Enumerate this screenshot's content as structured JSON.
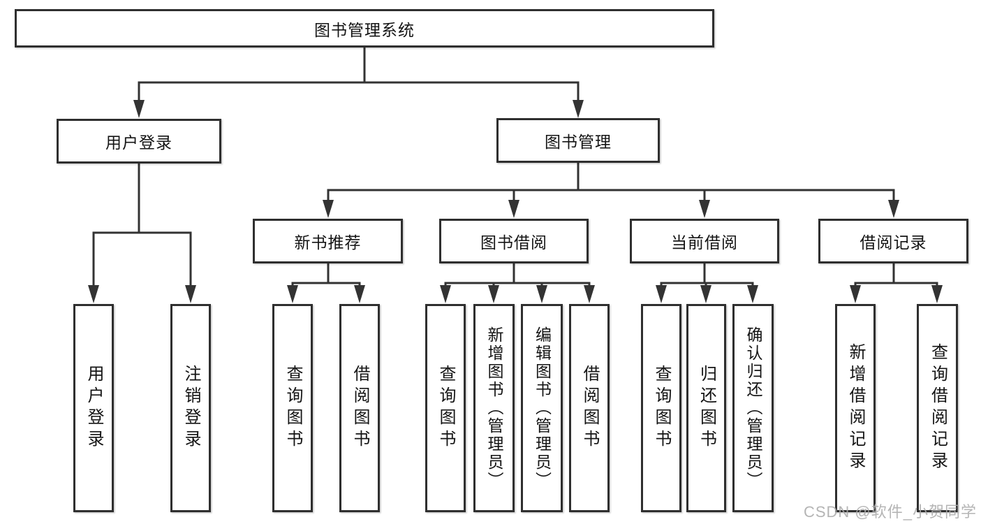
{
  "diagram": {
    "root": {
      "label": "图书管理系统"
    },
    "branches": [
      {
        "label": "用户登录",
        "leaves": [
          "用户登录",
          "注销登录"
        ]
      },
      {
        "label": "图书管理",
        "sections": [
          {
            "label": "新书推荐",
            "leaves": [
              "查询图书",
              "借阅图书"
            ]
          },
          {
            "label": "图书借阅",
            "leaves": [
              "查询图书",
              "新增图书（管理员）",
              "编辑图书（管理员）",
              "借阅图书"
            ]
          },
          {
            "label": "当前借阅",
            "leaves": [
              "查询图书",
              "归还图书",
              "确认归还（管理员）"
            ]
          },
          {
            "label": "借阅记录",
            "leaves": [
              "新增借阅记录",
              "查询借阅记录"
            ]
          }
        ]
      }
    ]
  },
  "watermark": {
    "text": "CSDN @软件_小贺同学"
  },
  "colors": {
    "line": "#333333",
    "box_border": "#2f2f2f",
    "text": "#141414",
    "watermark": "#ababab"
  }
}
